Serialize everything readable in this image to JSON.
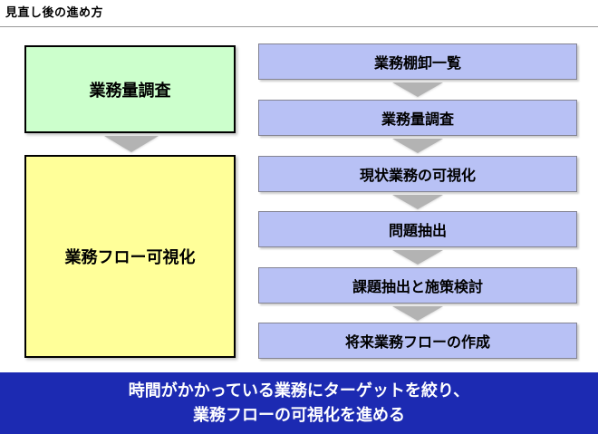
{
  "page": {
    "title": "見直し後の進め方"
  },
  "left_flow": {
    "steps": [
      {
        "label": "業務量調査",
        "fill_color": "#ccffcc"
      },
      {
        "label": "業務フロー可視化",
        "fill_color": "#ffff99"
      }
    ]
  },
  "right_flow": {
    "fill_color": "#b8c1f5",
    "steps": [
      {
        "label": "業務棚卸一覧"
      },
      {
        "label": "業務量調査"
      },
      {
        "label": "現状業務の可視化"
      },
      {
        "label": "問題抽出"
      },
      {
        "label": "課題抽出と施策検討"
      },
      {
        "label": "将来業務フローの作成"
      }
    ]
  },
  "banner": {
    "line1": "時間がかかっている業務にターゲットを絞り、",
    "line2": "業務フローの可視化を進める",
    "background_color": "#1c2ab2",
    "text_color": "#ffffff"
  },
  "decorations": {
    "arrow_color": "#b3b3b3",
    "rule_color": "#999999"
  }
}
